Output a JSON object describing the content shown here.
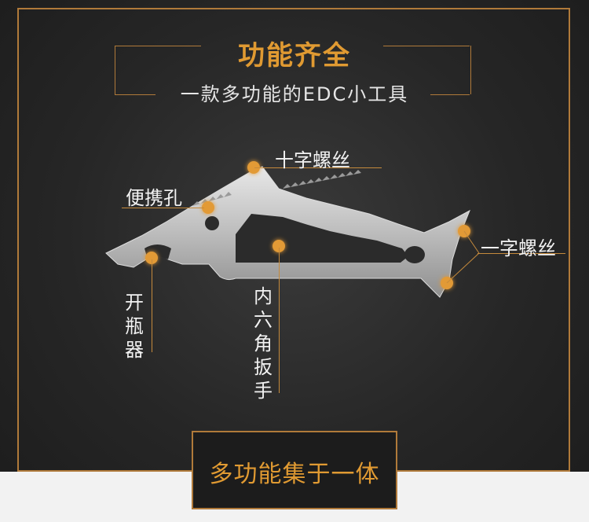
{
  "header": {
    "title": "功能齐全",
    "subtitle": "一款多功能的EDC小工具"
  },
  "labels": {
    "phillips": "十字螺丝",
    "carry_hole": "便携孔",
    "bottle_opener": "开瓶器",
    "hex_wrench": "内六角扳手",
    "flat_screw": "一字螺丝"
  },
  "footer": {
    "text": "多功能集于一体"
  },
  "colors": {
    "accent": "#e09a32",
    "frame": "#b07a3a",
    "background": "#2b2b2b"
  }
}
